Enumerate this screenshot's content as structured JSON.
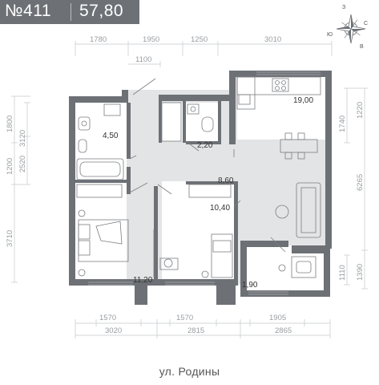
{
  "header": {
    "apartment_number": "№411",
    "total_area": "57,80"
  },
  "compass": {
    "north": "С",
    "south": "Ю",
    "west": "З",
    "east": "В"
  },
  "street": "ул. Родины",
  "rooms": {
    "bathroom": "4,50",
    "wc": "2,20",
    "kitchen": "19,00",
    "hall": "8,60",
    "bedroom_right": "10,40",
    "bedroom_left": "11,20",
    "balcony": "1,90"
  },
  "dimensions": {
    "top_row": [
      "1780",
      "1950",
      "1250",
      "3010"
    ],
    "top_sub": "1100",
    "bottom_row1": [
      "1570",
      "1570",
      "1905"
    ],
    "bottom_row2": [
      "3020",
      "2815",
      "2865"
    ],
    "left_outer": [
      "1800",
      "1200",
      "3710"
    ],
    "left_inner": [
      "3120",
      "2520"
    ],
    "right_inner": [
      "1740",
      "1110"
    ],
    "right_mid": [
      "1220"
    ],
    "right_outer": [
      "6265",
      "1390"
    ]
  },
  "colors": {
    "wall": "#6d7176",
    "floor": "#e3e4e5",
    "header_bg": "#6d7176",
    "dimension": "#9a9da1"
  }
}
